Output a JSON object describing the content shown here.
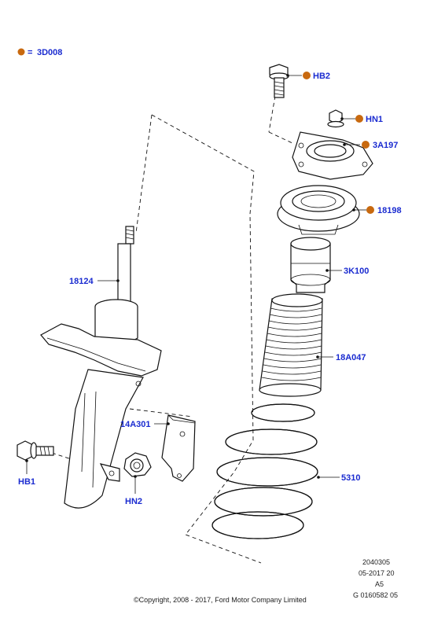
{
  "legend": {
    "marker_color": "#c8690f",
    "equals": "=",
    "code": "3D008"
  },
  "labels": {
    "hb2": "HB2",
    "hn1": "HN1",
    "p3a197": "3A197",
    "p18198": "18198",
    "p3k100": "3K100",
    "p18a047": "18A047",
    "p5310": "5310",
    "p18124": "18124",
    "p14a301": "14A301",
    "hb1": "HB1",
    "hn2": "HN2"
  },
  "colors": {
    "label": "#1a2bd0",
    "marker": "#c8690f"
  },
  "footer": {
    "ref1": "2040305",
    "ref2": "05-2017 20",
    "ref3": "A5",
    "ref4": "G 0160582 05",
    "copyright": "©Copyright, 2008 - 2017, Ford Motor Company Limited"
  }
}
